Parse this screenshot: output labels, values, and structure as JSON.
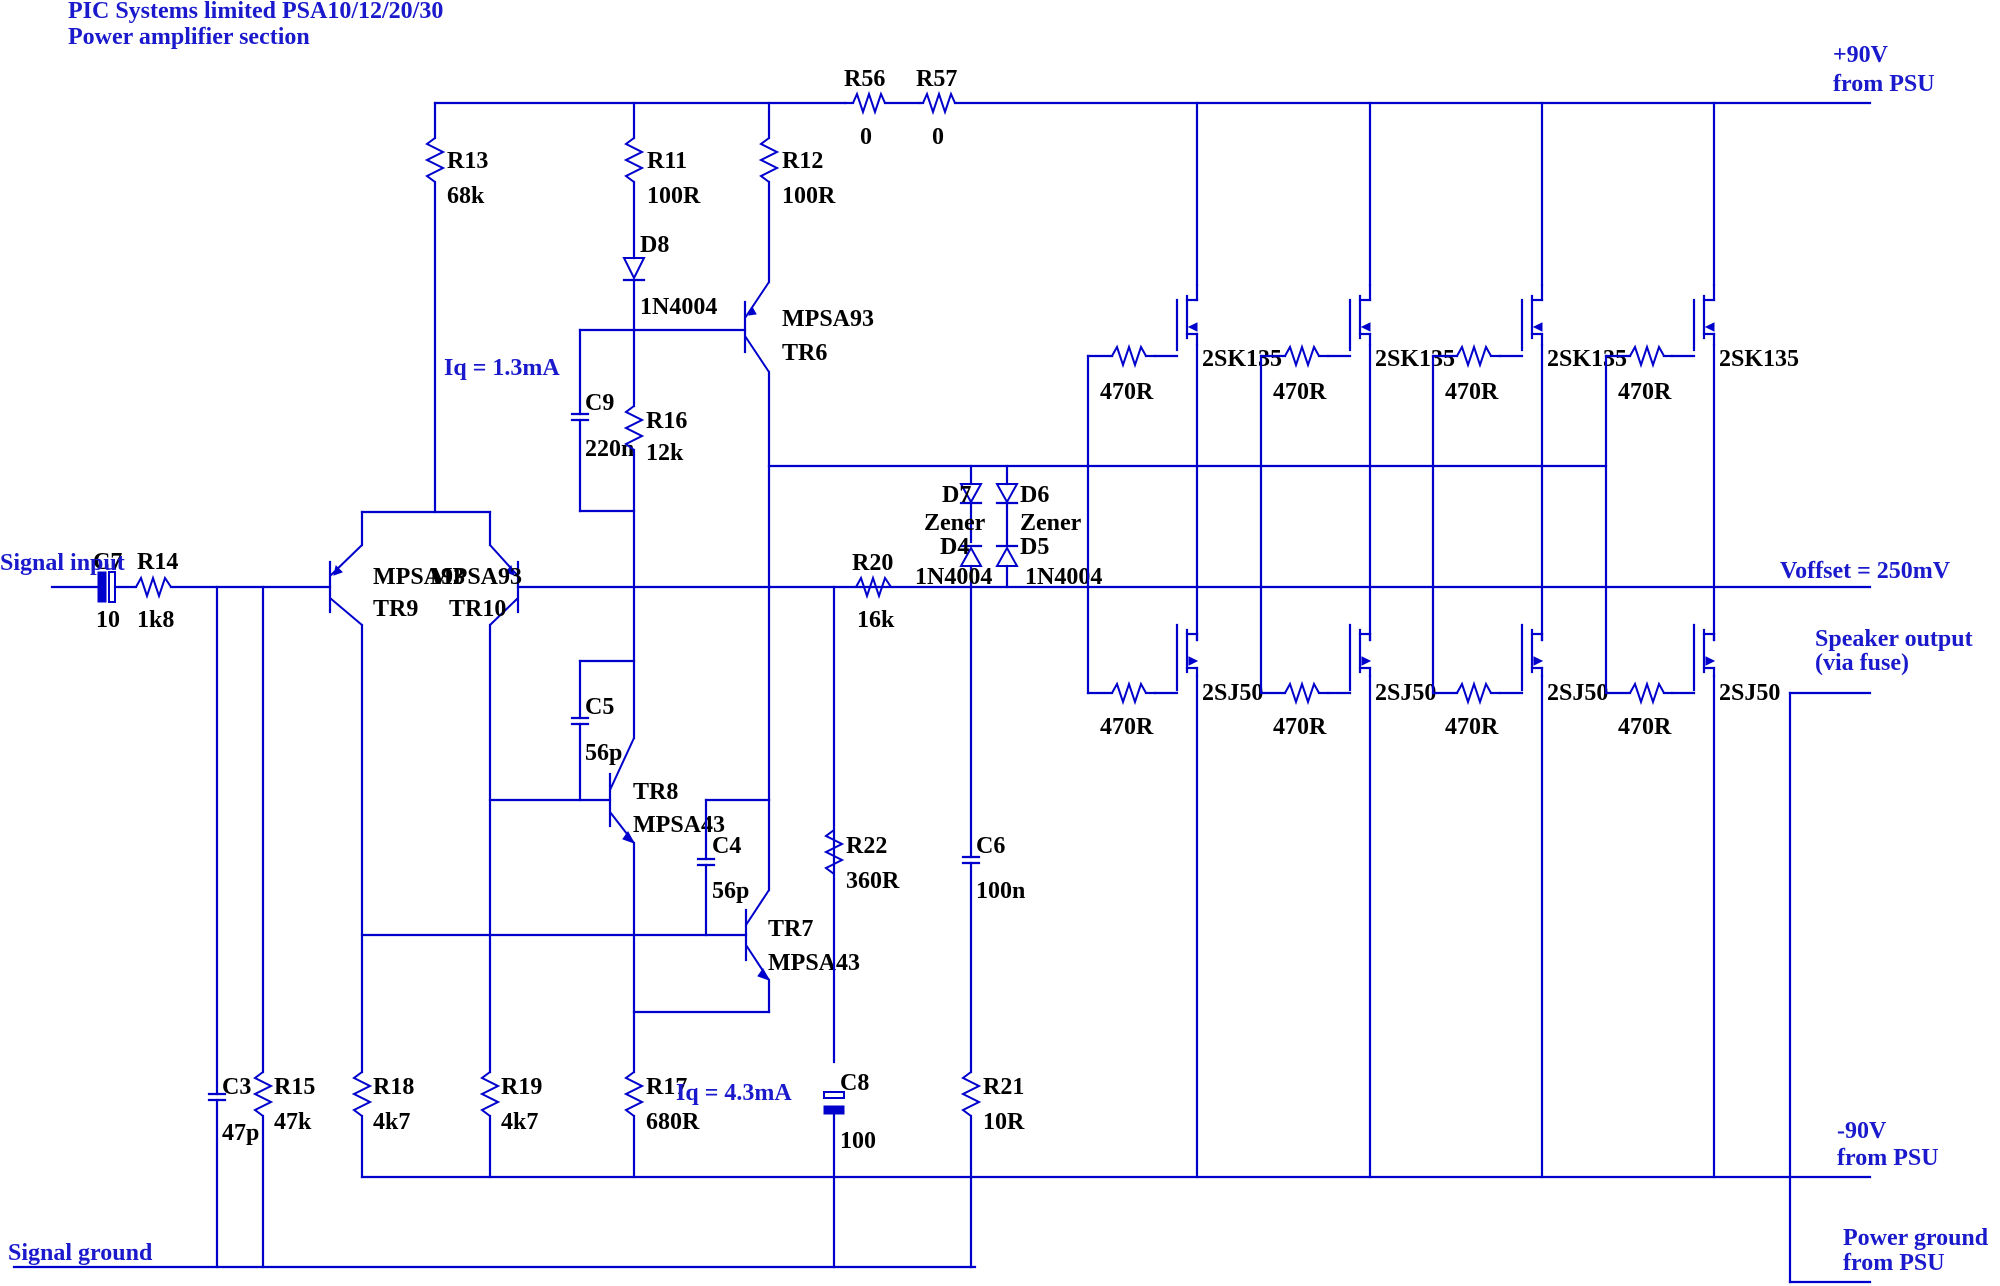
{
  "header": {
    "title": "PIC Systems limited PSA10/12/20/30",
    "subtitle": "Power amplifier section"
  },
  "annotations": {
    "supply_pos": "+90V",
    "supply_pos_from": "from PSU",
    "supply_neg": "-90V",
    "supply_neg_from": "from PSU",
    "signal_input": "Signal input",
    "signal_ground": "Signal ground",
    "voffset": "Voffset = 250mV",
    "speaker_output": "Speaker output",
    "speaker_output_via": "(via fuse)",
    "power_ground": "Power ground",
    "power_ground_from": "from PSU",
    "iq_vas": "Iq = 1.3mA",
    "iq_ltp": "Iq = 4.3mA"
  },
  "components": {
    "R56": {
      "ref": "R56",
      "value": "0"
    },
    "R57": {
      "ref": "R57",
      "value": "0"
    },
    "R13": {
      "ref": "R13",
      "value": "68k"
    },
    "R11": {
      "ref": "R11",
      "value": "100R"
    },
    "R12": {
      "ref": "R12",
      "value": "100R"
    },
    "D8": {
      "ref": "D8",
      "value": "1N4004"
    },
    "TR6": {
      "ref": "TR6",
      "value": "MPSA93"
    },
    "C9": {
      "ref": "C9",
      "value": "220n"
    },
    "R16": {
      "ref": "R16",
      "value": "12k"
    },
    "C7": {
      "ref": "C7",
      "value": "10"
    },
    "R14": {
      "ref": "R14",
      "value": "1k8"
    },
    "TR9": {
      "ref": "TR9",
      "value": "MPSA93"
    },
    "TR10": {
      "ref": "TR10",
      "value": "MPSA93"
    },
    "D7": {
      "ref": "D7",
      "value": "Zener"
    },
    "D6": {
      "ref": "D6",
      "value": "Zener"
    },
    "D4": {
      "ref": "D4",
      "value": "1N4004"
    },
    "D5": {
      "ref": "D5",
      "value": "1N4004"
    },
    "R20": {
      "ref": "R20",
      "value": "16k"
    },
    "C5": {
      "ref": "C5",
      "value": "56p"
    },
    "TR8": {
      "ref": "TR8",
      "value": "MPSA43"
    },
    "C4": {
      "ref": "C4",
      "value": "56p"
    },
    "TR7": {
      "ref": "TR7",
      "value": "MPSA43"
    },
    "R22": {
      "ref": "R22",
      "value": "360R"
    },
    "C6": {
      "ref": "C6",
      "value": "100n"
    },
    "C3": {
      "ref": "C3",
      "value": "47p"
    },
    "R15": {
      "ref": "R15",
      "value": "47k"
    },
    "R18": {
      "ref": "R18",
      "value": "4k7"
    },
    "R19": {
      "ref": "R19",
      "value": "4k7"
    },
    "R17": {
      "ref": "R17",
      "value": "680R"
    },
    "C8": {
      "ref": "C8",
      "value": "100"
    },
    "R21": {
      "ref": "R21",
      "value": "10R"
    }
  },
  "output_stage": {
    "gate_resistor": "470R",
    "nmos": "2SK135",
    "pmos": "2SJ50"
  }
}
